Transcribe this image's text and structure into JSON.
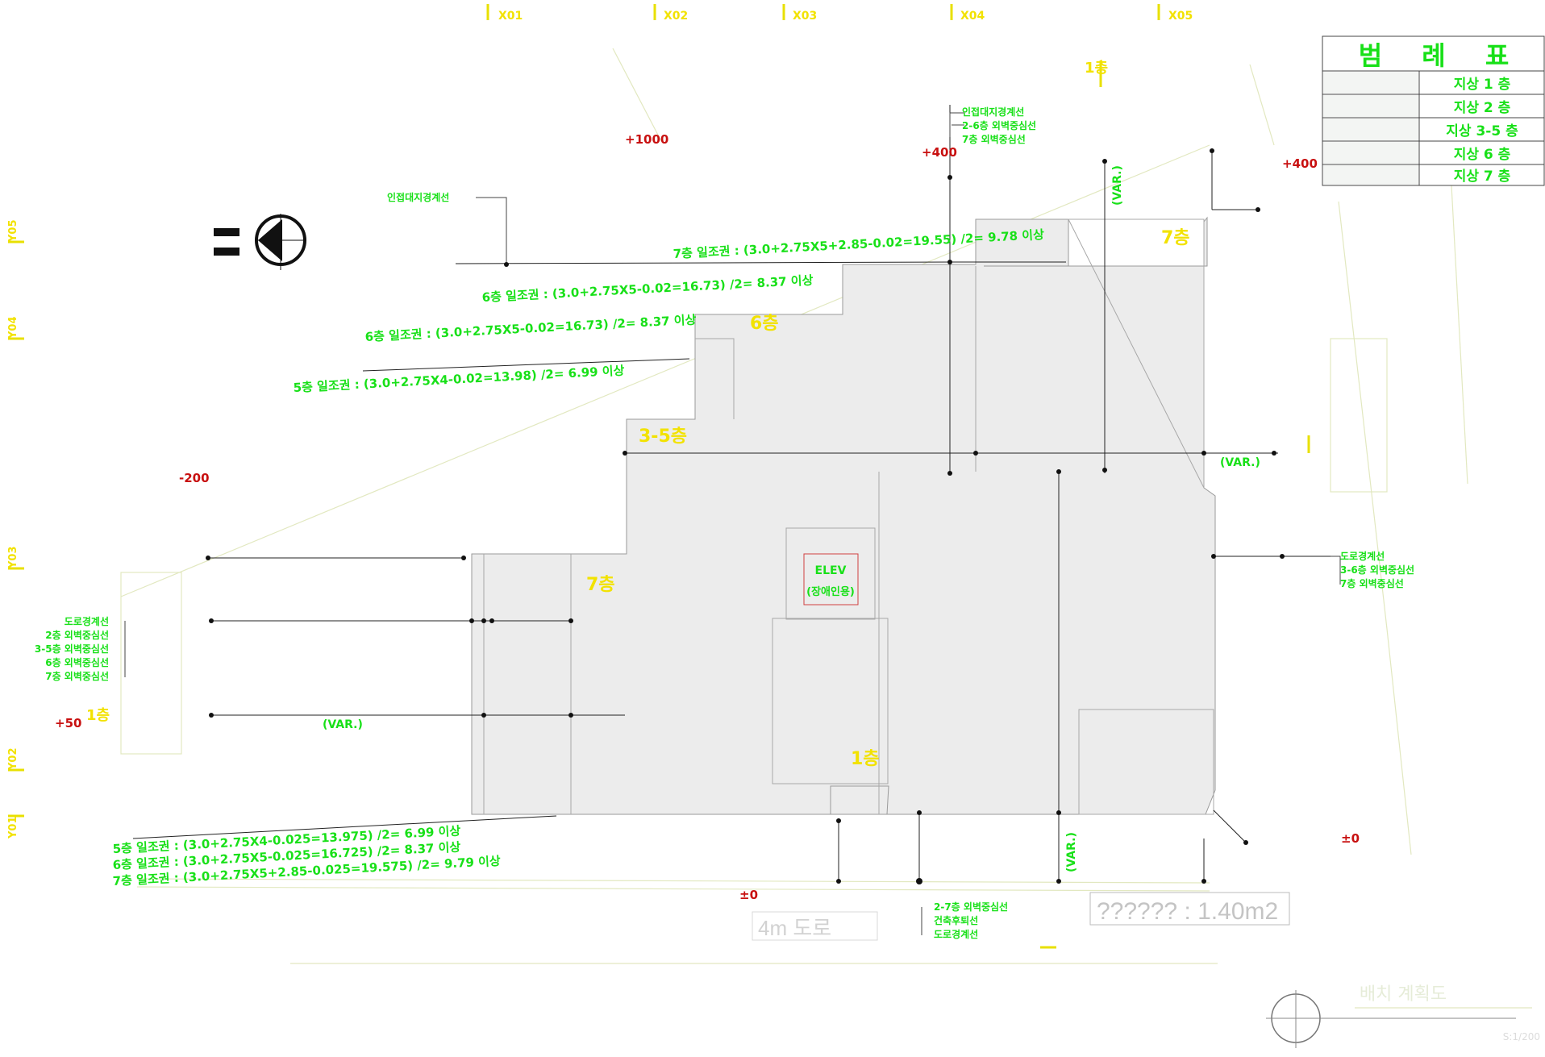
{
  "grid": {
    "x_labels": [
      "X01",
      "X02",
      "X03",
      "X04",
      "X05"
    ],
    "y_labels": [
      "Y05",
      "Y04",
      "Y03",
      "Y02",
      "Y01"
    ]
  },
  "legend": {
    "title": "범 례 표",
    "rows": [
      "지상 1 층",
      "지상 2 층",
      "지상 3-5 층",
      "지상 6 층",
      "지상 7 층"
    ],
    "swatch_color": "#f3f5f3"
  },
  "setbacks": {
    "s7_top": "7층 일조권 : (3.0+2.75X5+2.85-0.02=19.55) /2= 9.78 이상",
    "s6_top": "6층 일조권 : (3.0+2.75X5-0.02=16.73) /2= 8.37 이상",
    "s6_mid": "6층 일조권 : (3.0+2.75X5-0.02=16.73) /2= 8.37 이상",
    "s5_mid": "5층 일조권 : (3.0+2.75X4-0.02=13.98) /2= 6.99 이상",
    "b1": "5층 일조권 : (3.0+2.75X4-0.025=13.975) /2= 6.99 이상",
    "b2": "6층 일조권 : (3.0+2.75X5-0.025=16.725) /2= 8.37 이상",
    "b3": "7층 일조권 : (3.0+2.75X5+2.85-0.025=19.575) /2= 9.79 이상"
  },
  "levels": {
    "top_left": "+1000",
    "top_mid": "+400",
    "top_right": "+400",
    "left": "-200",
    "left_low": "+50",
    "bottom_right": "±0",
    "bottom": "±0"
  },
  "zones": {
    "z7_right": "7층",
    "z6": "6층",
    "z35": "3-5층",
    "z7_left": "7층",
    "z1": "1층",
    "north_top": "1층",
    "north_left": "1층"
  },
  "elev": {
    "label": "ELEV",
    "sub": "(장애인용)"
  },
  "var_labels": {
    "v1": "(VAR.)",
    "v2": "(VAR.)",
    "v3": "(VAR.)",
    "v4": "(VAR.)"
  },
  "notes": {
    "top_right": [
      "인접대지경계선",
      "2-6층 외벽중심선",
      "7층 외벽중심선"
    ],
    "top_left": "인접대지경계선",
    "right": [
      "도로경계선",
      "3-6층 외벽중심선",
      "7층 외벽중심선"
    ],
    "left": [
      "도로경계선",
      "2층 외벽중심선",
      "3-5층 외벽중심선",
      "6층 외벽중심선",
      "7층 외벽중심선"
    ],
    "bottom": [
      "2-7층 외벽중심선",
      "건축후퇴선",
      "도로경계선"
    ]
  },
  "area_text": "?????? : 1.40m2",
  "road_text": "4m 도로",
  "title_block": {
    "name": "배치 계획도",
    "scale": "S:1/200"
  }
}
